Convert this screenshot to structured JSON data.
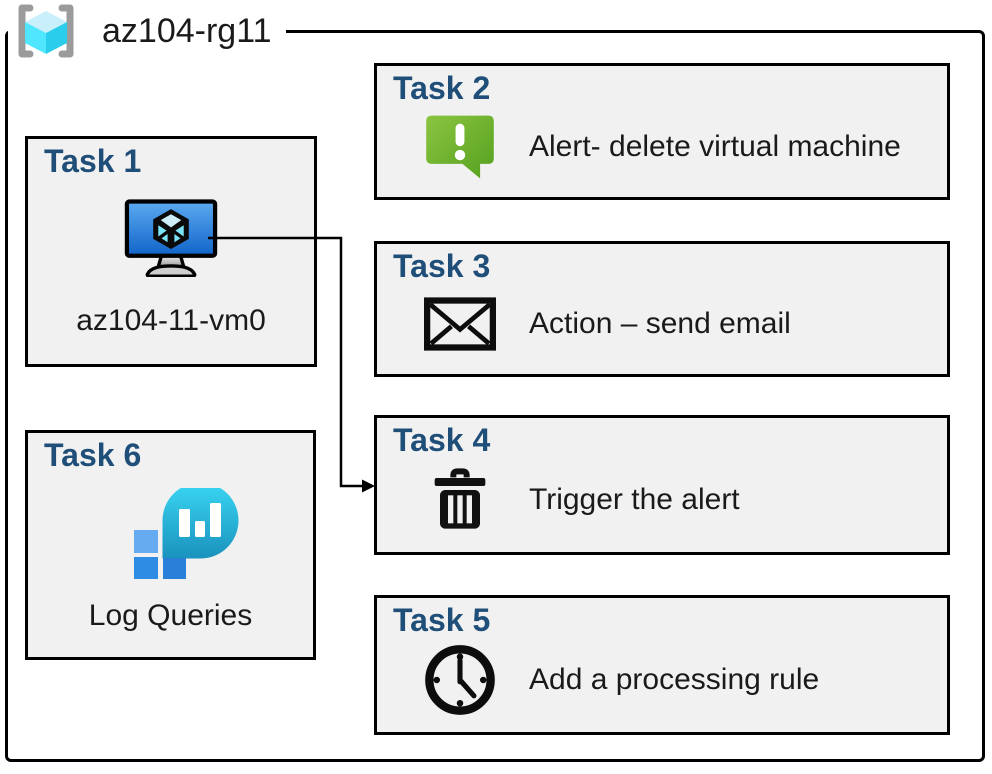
{
  "resource_group": {
    "title": "az104-rg11",
    "icon": "resource-group-icon"
  },
  "tasks": {
    "t1": {
      "title": "Task 1",
      "label": "az104-11-vm0",
      "icon": "virtual-machine-icon"
    },
    "t2": {
      "title": "Task 2",
      "label": "Alert- delete virtual machine",
      "icon": "alert-message-icon"
    },
    "t3": {
      "title": "Task 3",
      "label": "Action – send email",
      "icon": "email-envelope-icon"
    },
    "t4": {
      "title": "Task 4",
      "label": "Trigger the alert",
      "icon": "trash-icon"
    },
    "t5": {
      "title": "Task 5",
      "label": "Add a processing rule",
      "icon": "clock-icon"
    },
    "t6": {
      "title": "Task 6",
      "label": "Log Queries",
      "icon": "log-queries-icon"
    }
  },
  "connector": {
    "from": "task1-virtual-machine",
    "to": "task4",
    "style": "elbow-arrow"
  },
  "colors": {
    "task_title_blue": "#1f4e79",
    "box_background": "#f1f1f1",
    "border_black": "#000000",
    "alert_green_light": "#8bc541",
    "alert_green_dark": "#55a01f",
    "vm_screen_blue_light": "#5caaf0",
    "vm_screen_blue_dark": "#1164c9",
    "rg_cube_cyan": "#4edef9",
    "log_balloon_cyan_light": "#3ad6f4",
    "log_balloon_cyan_dark": "#1a92bd",
    "log_square_blue": "#2f8ce4"
  }
}
